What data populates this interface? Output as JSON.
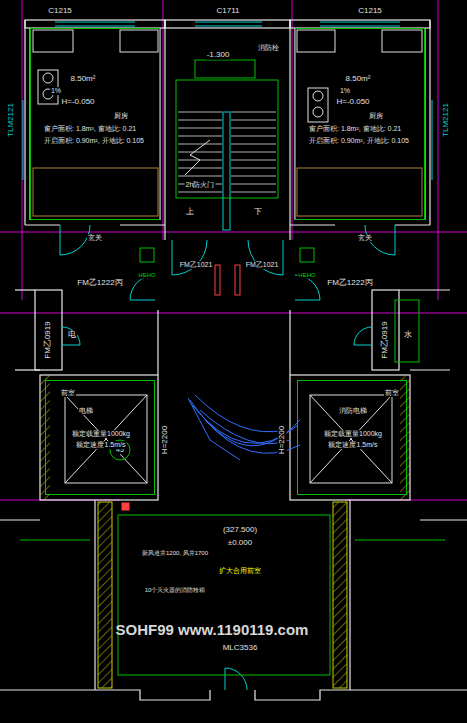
{
  "diagram": {
    "nodes": [
      {
        "text": [
          "8.50m²",
          "1%",
          "H=-0.050",
          "厨房",
          "窗户面积: 1.8m², 窗地比: 0.21",
          "开启面积: 0.90m², 开地比: 0.105"
        ]
      },
      {
        "text": [
          "8.50m²",
          "1%",
          "H=-0.050",
          "厨房",
          "窗户面积: 1.8m², 窗地比: 0.21",
          "开启面积: 0.90m², 开地比: 0.105"
        ]
      },
      {
        "text": [
          "电梯",
          "额定载重量1000kg",
          "额定速度1.5m/s"
        ]
      },
      {
        "text": [
          "消防电梯",
          "额定载重量1000kg",
          "额定速度1.5m/s"
        ]
      }
    ],
    "labels": [
      "C1215",
      "C1711",
      "C1215",
      "-1.300",
      "消防栓",
      "TLM2121",
      "TLM2121",
      "上",
      "下",
      "2h防火门",
      "玄关",
      "玄关",
      "HEHO",
      "HEHO",
      "FM乙1222丙",
      "FM乙1222丙",
      "FM乙1021",
      "FM乙1021",
      "FM乙0919",
      "FM乙0919",
      "电",
      "水",
      "H=2200",
      "H=2200",
      "(327.500)",
      "±0.000",
      "扩大合用前室",
      "MLC3536",
      "SOHF99  www.1190119.com",
      "45",
      "前室",
      "前室",
      "新风道井1200, 风井1700",
      "10个灭火器的消防栓箱"
    ]
  }
}
